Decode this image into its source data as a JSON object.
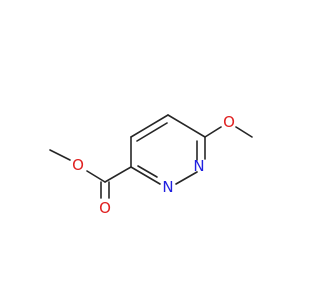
{
  "molecule": {
    "bond_color": "#262626",
    "atoms": [
      {
        "id": "n1",
        "element": "N",
        "label": "N",
        "color": "#2020e0"
      },
      {
        "id": "n2",
        "element": "N",
        "label": "N",
        "color": "#2020e0"
      },
      {
        "id": "o-methoxy",
        "element": "O",
        "label": "O",
        "color": "#e02020"
      },
      {
        "id": "o-carbonyl",
        "element": "O",
        "label": "O",
        "color": "#e02020"
      },
      {
        "id": "o-ester",
        "element": "O",
        "label": "O",
        "color": "#e02020"
      }
    ]
  }
}
